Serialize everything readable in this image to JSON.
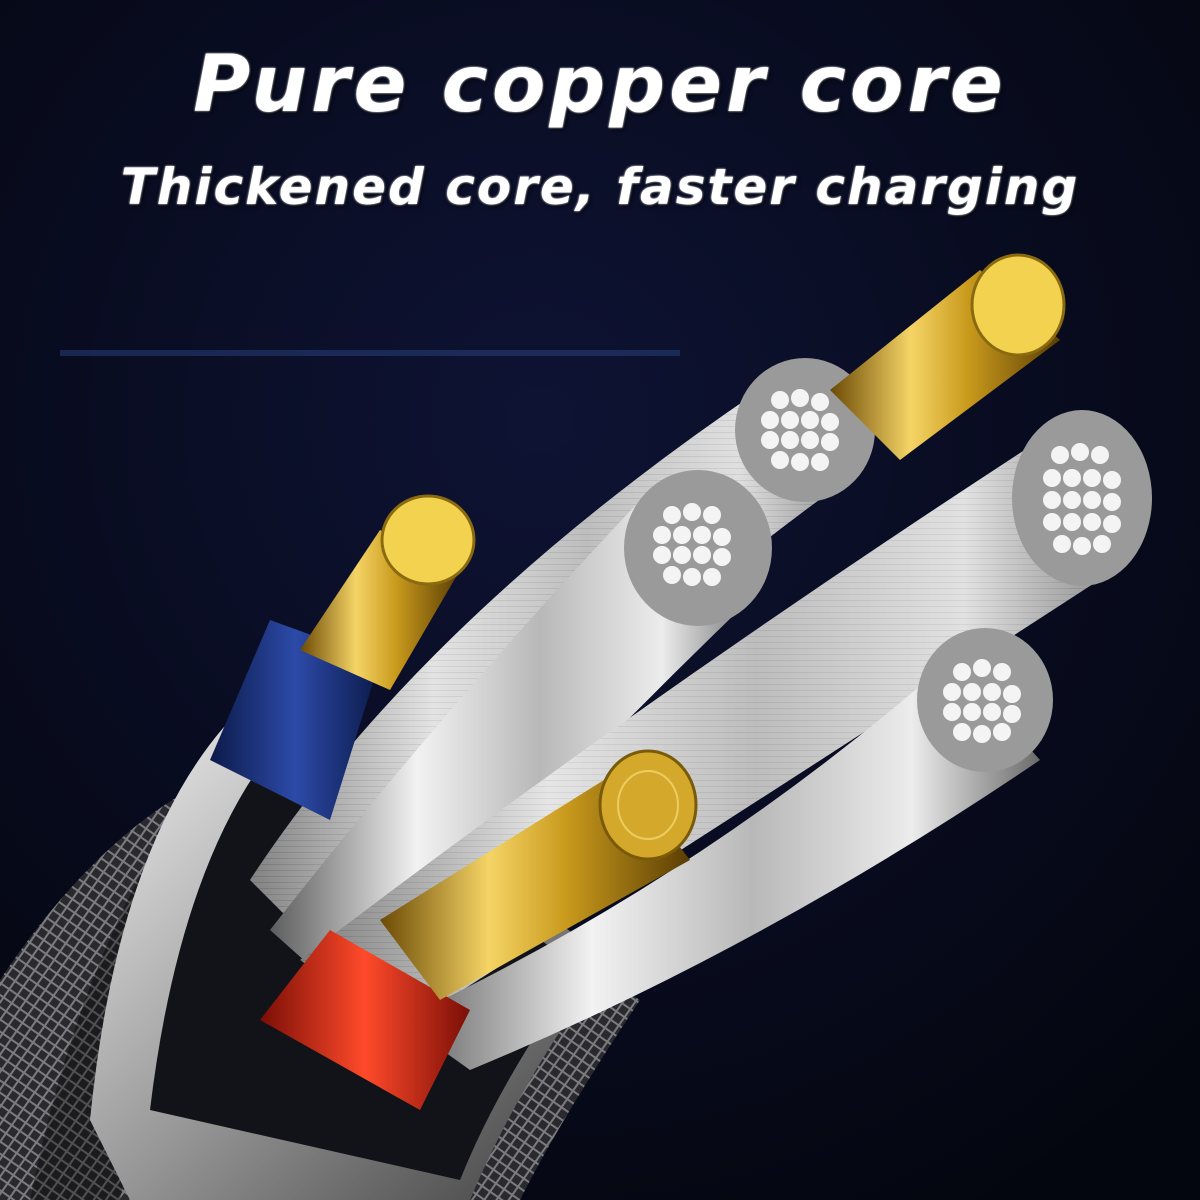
{
  "image": {
    "title": "Pure copper core",
    "subtitle": "Thickened core, faster charging"
  },
  "colors": {
    "background": "#06081c",
    "gold": "#e8c340",
    "silver": "#dcdcdc",
    "blue_insulation": "#1f3a8c",
    "red_insulation": "#d92a1a",
    "text": "#ffffff"
  },
  "illustration": {
    "subject": "cable cross-section",
    "icons": [
      "gold-conductor-icon",
      "silver-strand-bundle-icon",
      "braided-sleeve-icon"
    ]
  }
}
